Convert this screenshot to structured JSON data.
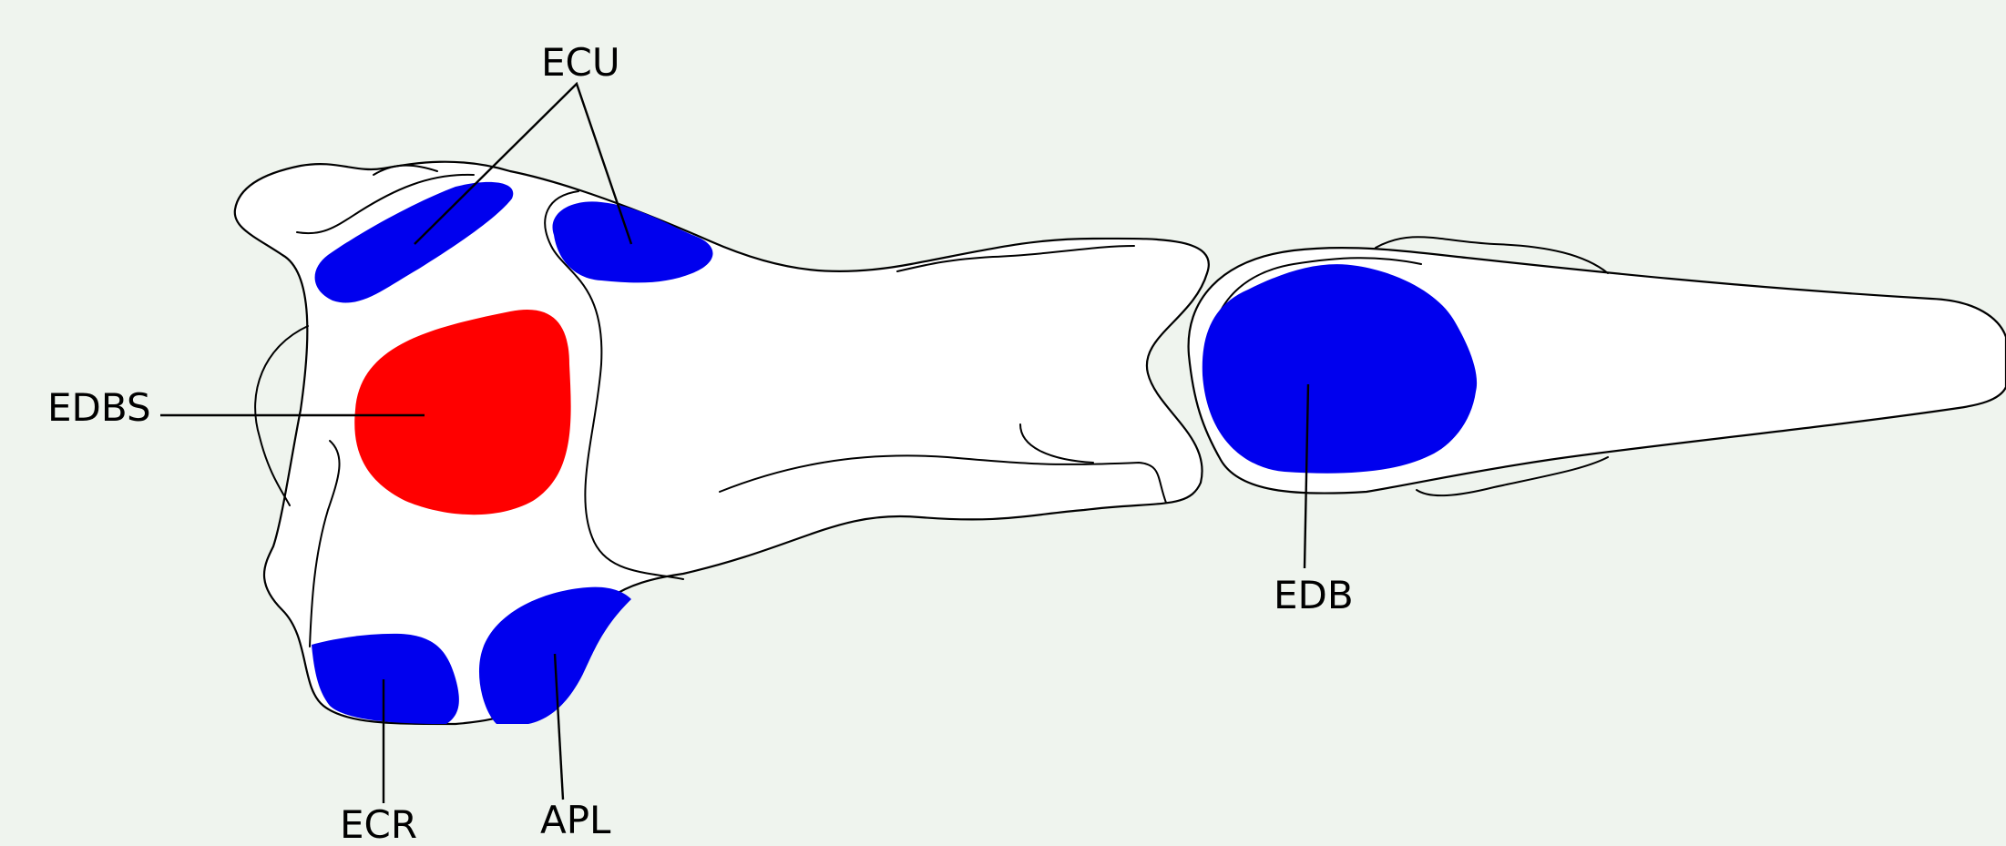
{
  "labels": {
    "ecu": "ECU",
    "edbs": "EDBS",
    "edb": "EDB",
    "ecr": "ECR",
    "apl": "APL"
  },
  "colors": {
    "background": "#eff4ee",
    "bone": "#ffffff",
    "blue_attachment": "#0000ee",
    "red_attachment": "#ff0000",
    "outline": "#000000"
  }
}
